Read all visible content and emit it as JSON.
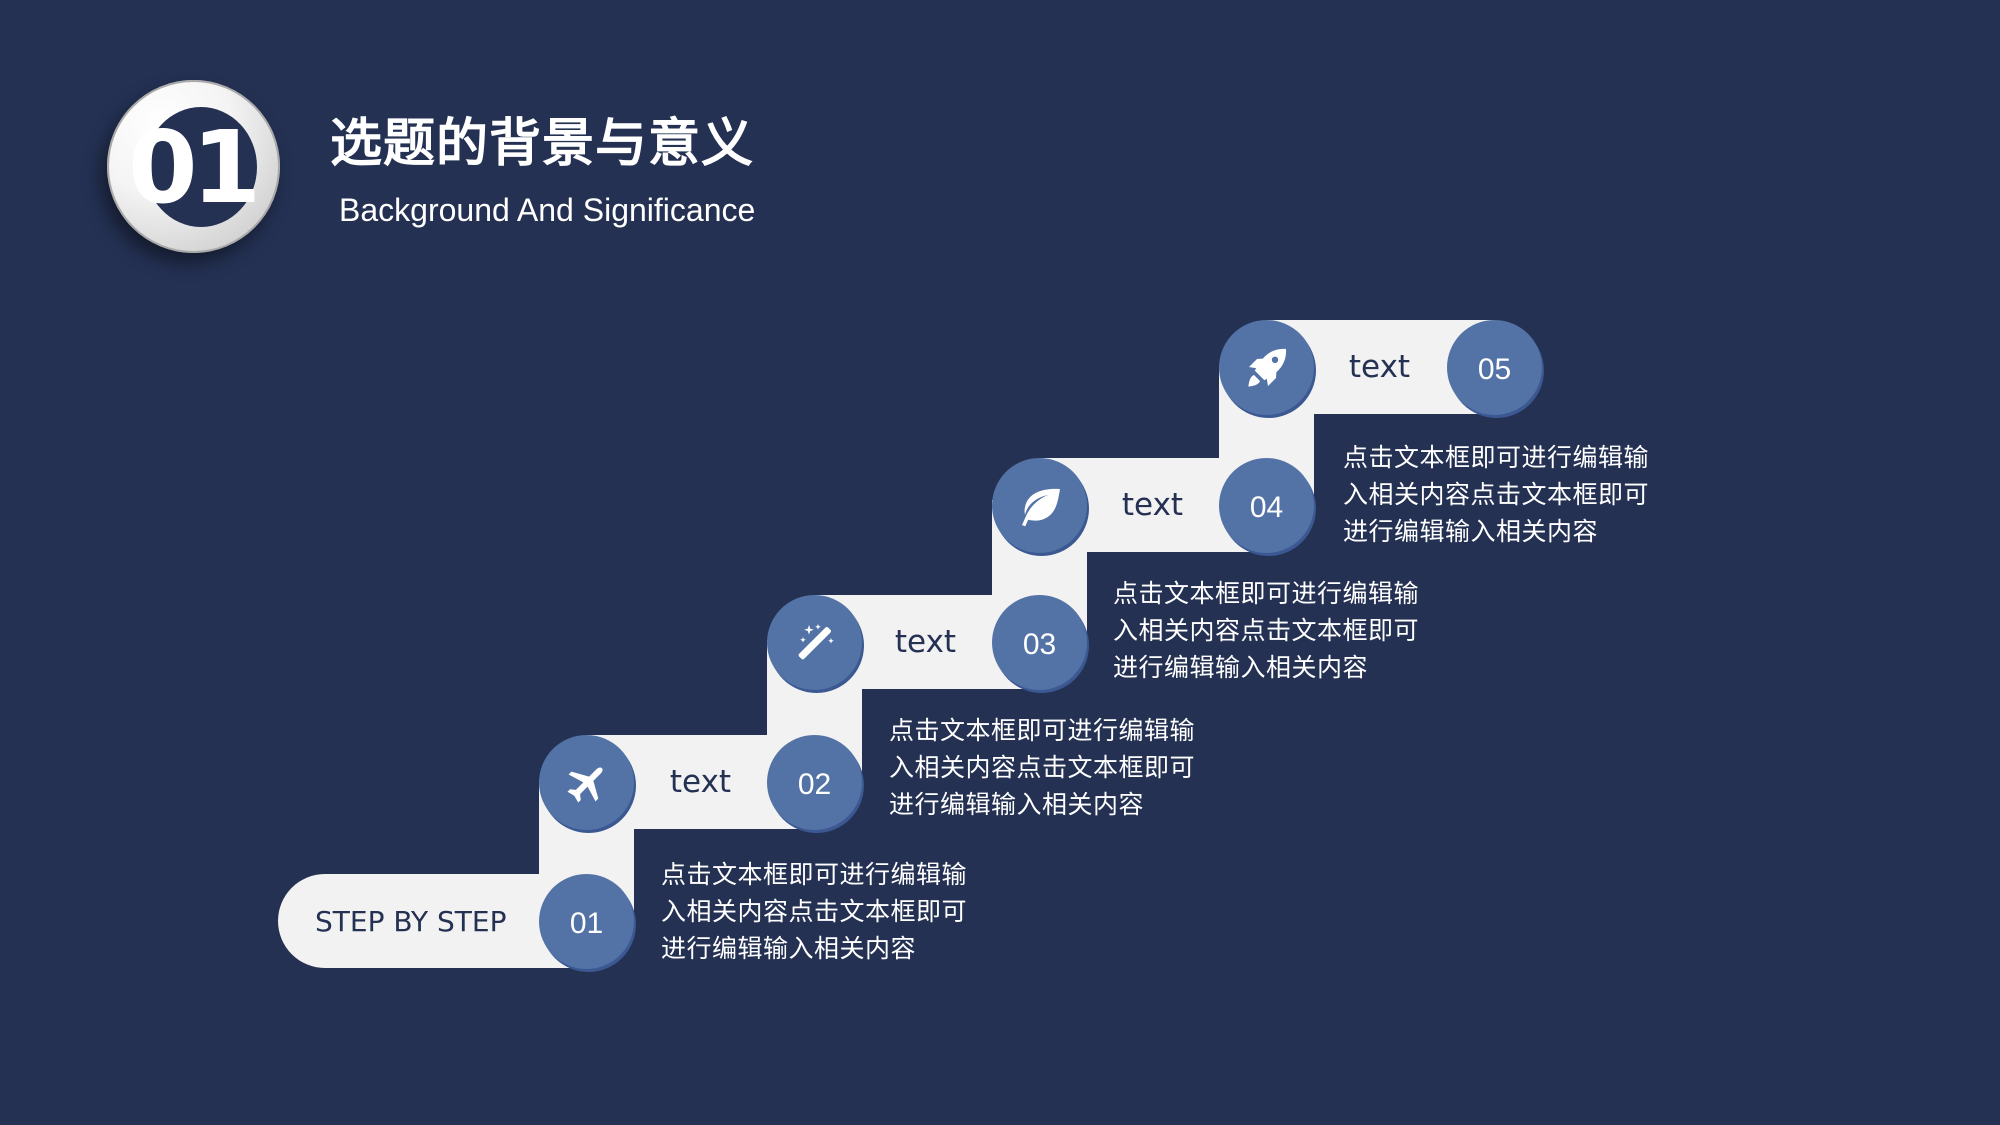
{
  "header": {
    "badge_number": "01",
    "title": "选题的背景与意义",
    "subtitle": "Background And Significance"
  },
  "diagram": {
    "start_label": "STEP BY STEP",
    "steps": [
      {
        "number": "01",
        "icon": "airplane-icon",
        "label": "text",
        "description": [
          "点击文本框即可进行编辑输",
          "入相关内容点击文本框即可",
          "进行编辑输入相关内容"
        ]
      },
      {
        "number": "02",
        "icon": "magic-wand-icon",
        "label": "text",
        "description": [
          "点击文本框即可进行编辑输",
          "入相关内容点击文本框即可",
          "进行编辑输入相关内容"
        ]
      },
      {
        "number": "03",
        "icon": "leaf-icon",
        "label": "text",
        "description": [
          "点击文本框即可进行编辑输",
          "入相关内容点击文本框即可",
          "进行编辑输入相关内容"
        ]
      },
      {
        "number": "04",
        "icon": "rocket-icon",
        "label": "text",
        "description": [
          "点击文本框即可进行编辑输",
          "入相关内容点击文本框即可",
          "进行编辑输入相关内容"
        ]
      },
      {
        "number": "05",
        "label": "text"
      }
    ]
  },
  "colors": {
    "background": "#243153",
    "band": "#f2f2f2",
    "circle": "#5372a6",
    "text_dark": "#243153",
    "text_light": "#ffffff"
  }
}
